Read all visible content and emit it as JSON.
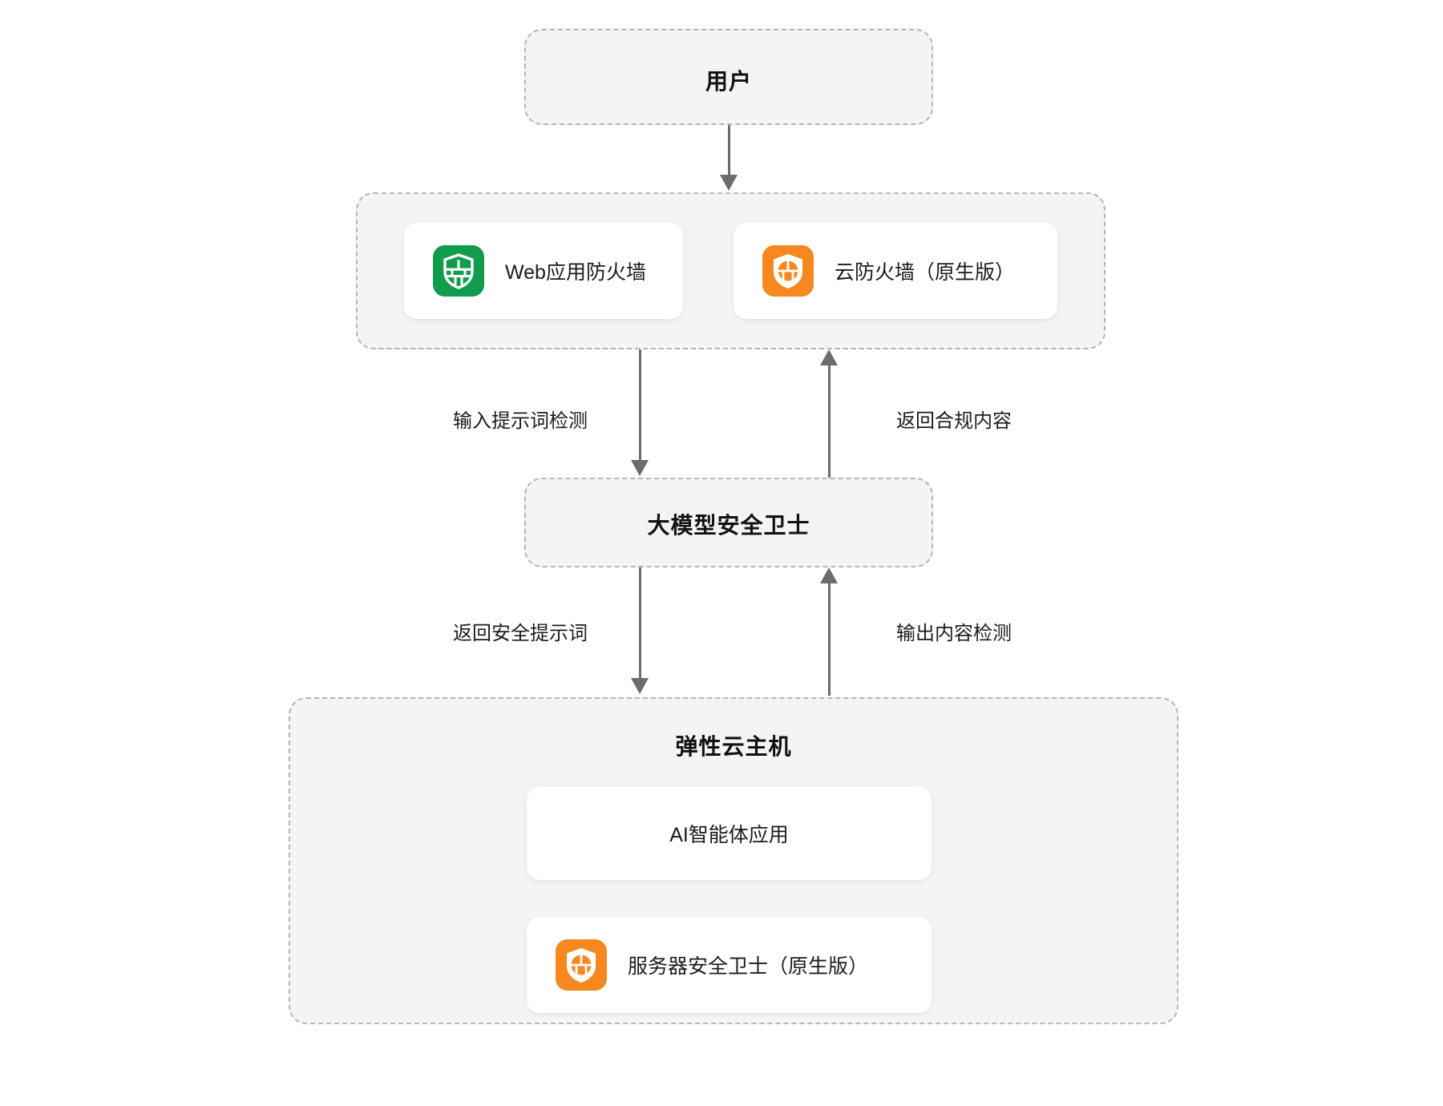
{
  "diagram": {
    "type": "flow-architecture",
    "background": "#ffffff",
    "palette": {
      "group_fill": "#f4f4f6",
      "group_border": "#b5b5ba",
      "card_fill": "#ffffff",
      "arrow": "#6b6b70",
      "waf_green": "#119b4c",
      "firewall_orange": "#f7881f",
      "text": "#1b1b1f"
    },
    "nodes": {
      "user": {
        "label": "用户"
      },
      "protection_group": {
        "cards": [
          {
            "label": "Web应用防火墙",
            "icon": "shield-brick-icon",
            "icon_color": "#119b4c"
          },
          {
            "label": "云防火墙（原生版）",
            "icon": "shield-brick-icon",
            "icon_color": "#f7881f"
          }
        ]
      },
      "llm_guard": {
        "label": "大模型安全卫士"
      },
      "ecs_group": {
        "title": "弹性云主机",
        "cards": [
          {
            "label": "AI智能体应用",
            "icon": null
          },
          {
            "label": "服务器安全卫士（原生版）",
            "icon": "shield-brick-icon",
            "icon_color": "#f7881f"
          }
        ]
      }
    },
    "edges": [
      {
        "id": "user-to-protection",
        "label": "",
        "direction": "down"
      },
      {
        "id": "protection-to-guard",
        "label": "输入提示词检测",
        "direction": "down"
      },
      {
        "id": "guard-to-protection",
        "label": "返回合规内容",
        "direction": "up"
      },
      {
        "id": "guard-to-ecs",
        "label": "返回安全提示词",
        "direction": "down"
      },
      {
        "id": "ecs-to-guard",
        "label": "输出内容检测",
        "direction": "up"
      }
    ]
  }
}
